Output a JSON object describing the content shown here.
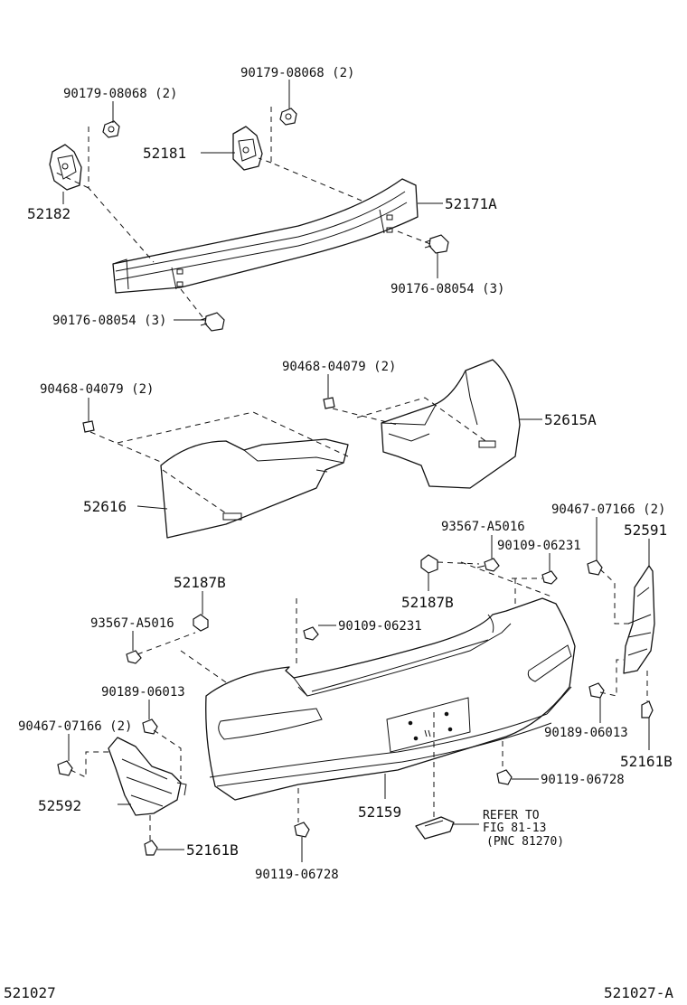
{
  "diagram_code_left": "521027",
  "diagram_code_right": "521027-A",
  "labels": {
    "p90179_left": "90179-08068 (2)",
    "p90179_right": "90179-08068 (2)",
    "p52181": "52181",
    "p52182": "52182",
    "p52171A": "52171A",
    "p90176_right": "90176-08054 (3)",
    "p90176_left": "90176-08054 (3)",
    "p90468_left": "90468-04079 (2)",
    "p90468_right": "90468-04079 (2)",
    "p52615A": "52615A",
    "p52616": "52616",
    "p93567_right": "93567-A5016",
    "p90109_right": "90109-06231",
    "p90467_right": "90467-07166 (2)",
    "p52591": "52591",
    "p52187B_left": "52187B",
    "p52187B_right": "52187B",
    "p93567_left": "93567-A5016",
    "p90109_center": "90109-06231",
    "p90189_left": "90189-06013",
    "p90467_left": "90467-07166 (2)",
    "p52592": "52592",
    "p90189_right": "90189-06013",
    "p52161B_right": "52161B",
    "p90119_right": "90119-06728",
    "p52159": "52159",
    "refer_line1": "REFER TO",
    "refer_line2": "FIG 81-13",
    "refer_line3": "(PNC 81270)",
    "p52161B_left": "52161B",
    "p90119_bottom": "90119-06728"
  }
}
